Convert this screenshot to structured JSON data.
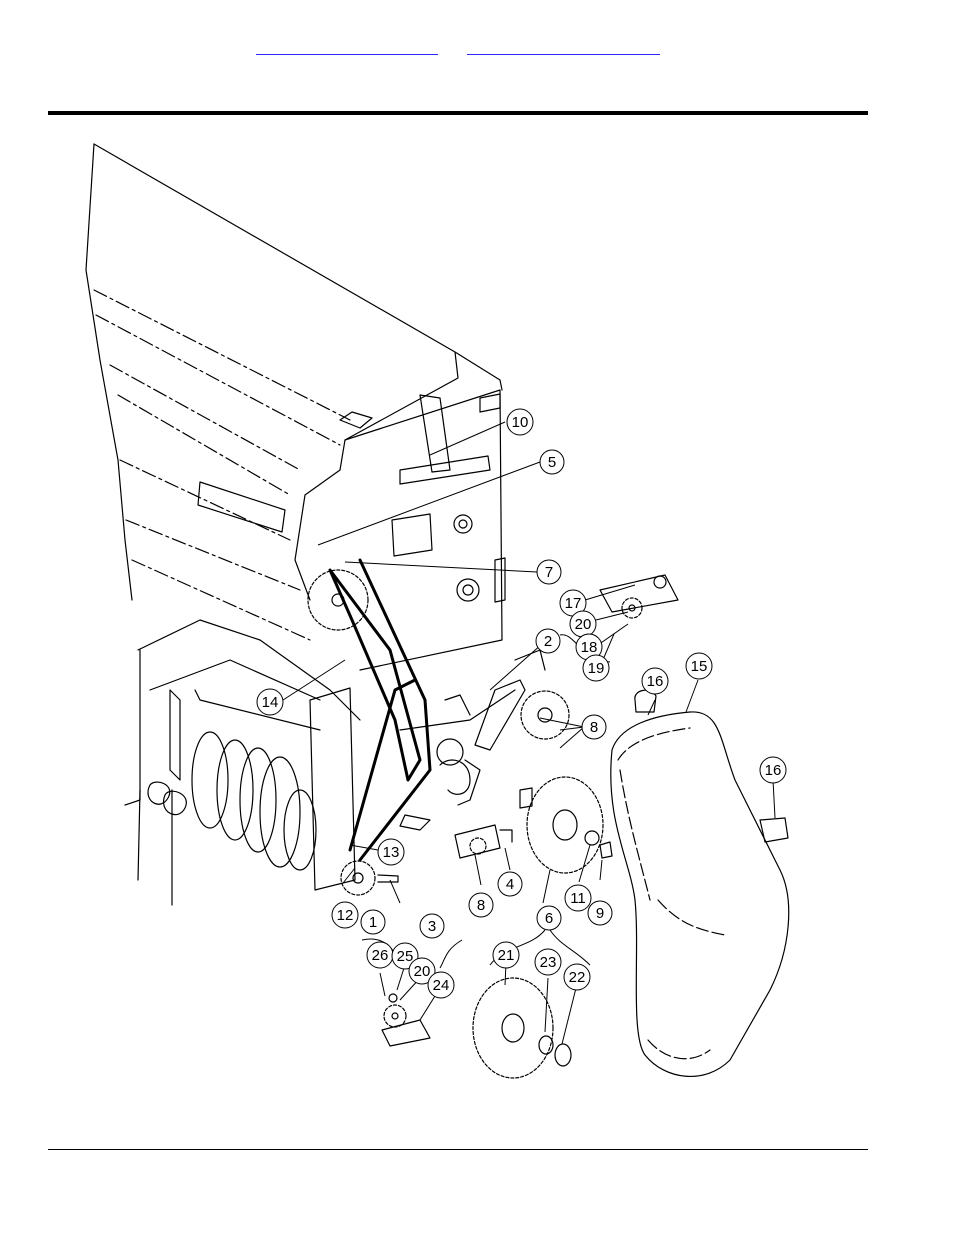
{
  "header": {
    "link_left": "",
    "link_right": ""
  },
  "callouts": [
    {
      "id": "c10",
      "label": "10"
    },
    {
      "id": "c5",
      "label": "5"
    },
    {
      "id": "c7",
      "label": "7"
    },
    {
      "id": "c17",
      "label": "17"
    },
    {
      "id": "c20a",
      "label": "20"
    },
    {
      "id": "c18",
      "label": "18"
    },
    {
      "id": "c19",
      "label": "19"
    },
    {
      "id": "c2",
      "label": "2"
    },
    {
      "id": "c16a",
      "label": "16"
    },
    {
      "id": "c15",
      "label": "15"
    },
    {
      "id": "c14",
      "label": "14"
    },
    {
      "id": "c8a",
      "label": "8"
    },
    {
      "id": "c16b",
      "label": "16"
    },
    {
      "id": "c13",
      "label": "13"
    },
    {
      "id": "c12",
      "label": "12"
    },
    {
      "id": "c1",
      "label": "1"
    },
    {
      "id": "c8b",
      "label": "8"
    },
    {
      "id": "c4",
      "label": "4"
    },
    {
      "id": "c11",
      "label": "11"
    },
    {
      "id": "c9",
      "label": "9"
    },
    {
      "id": "c3",
      "label": "3"
    },
    {
      "id": "c6",
      "label": "6"
    },
    {
      "id": "c26",
      "label": "26"
    },
    {
      "id": "c25",
      "label": "25"
    },
    {
      "id": "c20b",
      "label": "20"
    },
    {
      "id": "c24",
      "label": "24"
    },
    {
      "id": "c21",
      "label": "21"
    },
    {
      "id": "c23",
      "label": "23"
    },
    {
      "id": "c22",
      "label": "22"
    }
  ]
}
